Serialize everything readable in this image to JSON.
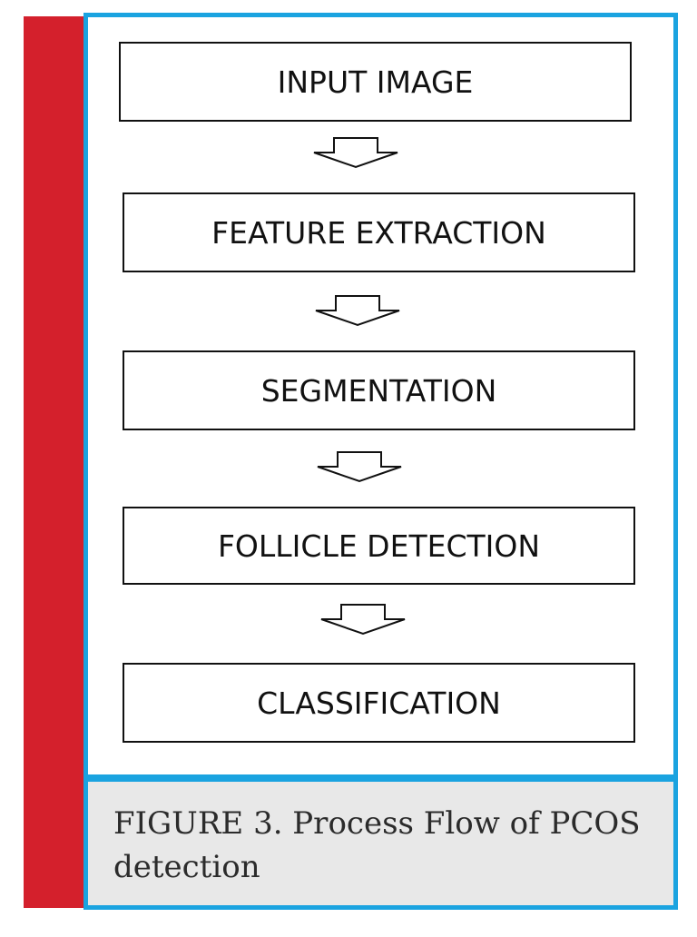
{
  "diagram": {
    "steps": [
      {
        "label": "INPUT IMAGE"
      },
      {
        "label": "FEATURE EXTRACTION"
      },
      {
        "label": "SEGMENTATION"
      },
      {
        "label": "FOLLICLE DETECTION"
      },
      {
        "label": "CLASSIFICATION"
      }
    ],
    "caption": "FIGURE 3. Process Flow of PCOS detection"
  },
  "colors": {
    "accent_bar": "#d4202c",
    "frame_border": "#1aa3e0",
    "caption_background": "#e8e8e8",
    "step_border": "#111111"
  },
  "icons": {
    "connector": "hollow-down-arrow-icon"
  }
}
